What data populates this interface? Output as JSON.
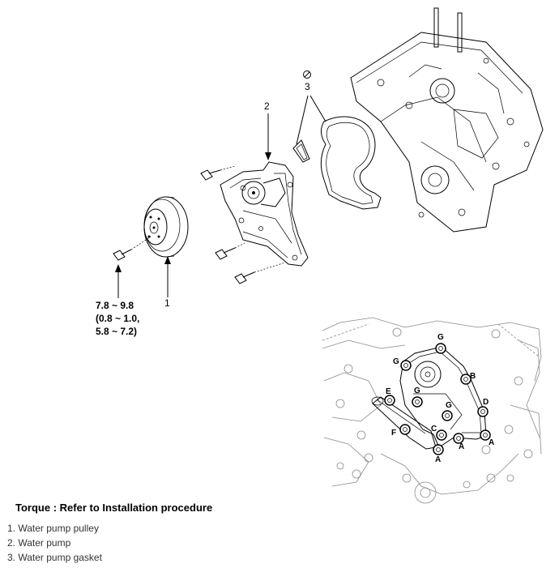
{
  "callouts": {
    "pulley": "1",
    "pump": "2",
    "gasket": "3"
  },
  "torque_spec": {
    "line1": "7.8 ~ 9.8",
    "line2": "(0.8 ~ 1.0,",
    "line3": "5.8 ~ 7.2)"
  },
  "bolt_letters": {
    "g1": "G",
    "g2": "G",
    "g3": "G",
    "g4": "G",
    "b": "B",
    "e": "E",
    "d": "D",
    "c": "C",
    "f": "F",
    "a1": "A",
    "a2": "A",
    "a3": "A"
  },
  "torque_note": "Torque : Refer to Installation procedure",
  "legend": [
    "1. Water pump pulley",
    "2. Water pump",
    "3. Water pump gasket"
  ],
  "icons": {
    "no_reuse": "no-reuse-icon"
  }
}
